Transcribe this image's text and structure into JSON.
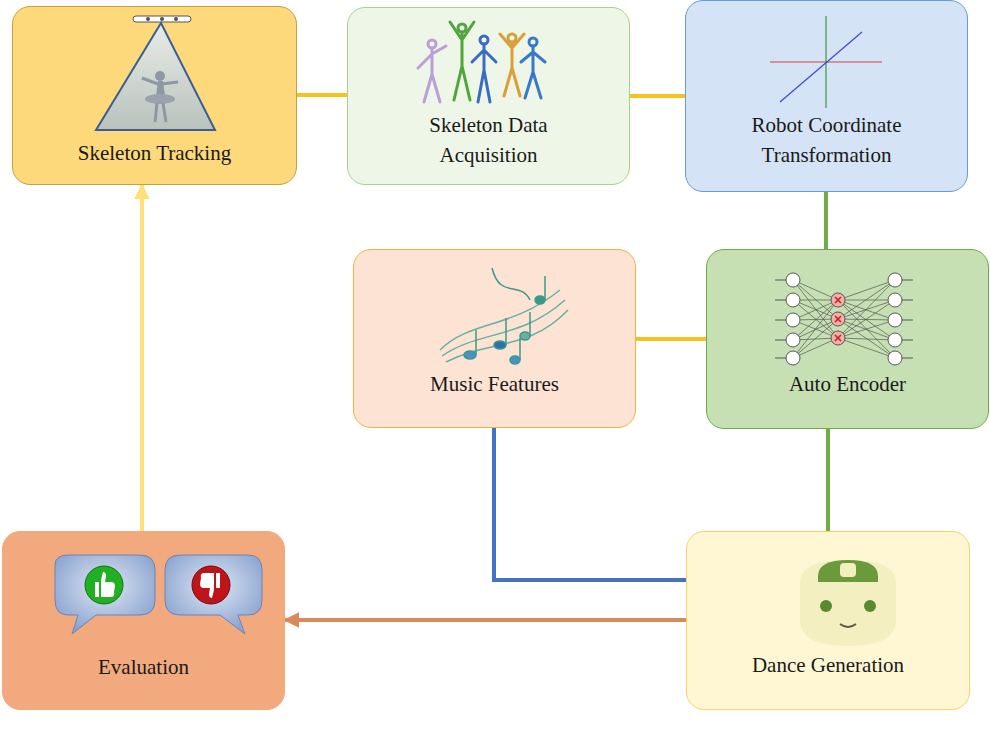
{
  "diagram": {
    "nodes": [
      {
        "text": [
          "Skeleton Tracking"
        ]
      },
      {
        "text": [
          "Skeleton Data Acquisition"
        ]
      },
      {
        "text": [
          "Robot Coordinate Transformation"
        ]
      },
      {
        "text": [
          "Music Features"
        ]
      },
      {
        "text": [
          "Auto Encoder"
        ]
      },
      {
        "text": [
          "Dance Generation"
        ]
      },
      {
        "text": [
          "Evaluation"
        ]
      }
    ],
    "edges": [
      {
        "from": 0,
        "to": 1,
        "arrow": "none"
      },
      {
        "from": 1,
        "to": 2,
        "arrow": "none"
      },
      {
        "from": 2,
        "to": 4,
        "arrow": "none"
      },
      {
        "from": 3,
        "to": 4,
        "arrow": "none"
      },
      {
        "from": 4,
        "to": 5,
        "arrow": "none"
      },
      {
        "from": 3,
        "to": 5,
        "arrow": "none"
      },
      {
        "from": 5,
        "to": 6,
        "arrow": "to"
      },
      {
        "from": 6,
        "to": 0,
        "arrow": "to"
      }
    ]
  }
}
